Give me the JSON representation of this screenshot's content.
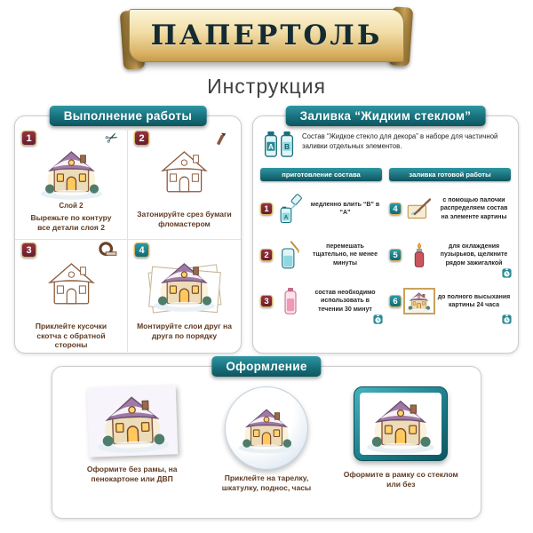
{
  "banner": {
    "title": "ПАПЕРТОЛЬ"
  },
  "page": {
    "subtitle": "Инструкция"
  },
  "icons": {
    "scissors": "✂"
  },
  "work_panel": {
    "header": "Выполнение работы",
    "steps": [
      {
        "num": "1",
        "label": "Слой 2",
        "caption": "Вырежьте по контуру все детали слоя 2"
      },
      {
        "num": "2",
        "caption": "Затонируйте срез бумаги фломастером"
      },
      {
        "num": "3",
        "caption": "Приклейте кусочки скотча с обратной стороны"
      },
      {
        "num": "4",
        "caption": "Монтируйте слои друг на друга по порядку"
      }
    ]
  },
  "glass_panel": {
    "header": "Заливка “Жидким стеклом”",
    "intro": "Состав “Жидкое стекло для декора” в наборе для частичной заливки отдельных элементов.",
    "bottle_a": "A",
    "bottle_b": "B",
    "prep": {
      "header": "приготовление состава",
      "steps": [
        {
          "num": "1",
          "caption": "медленно влить “B” в “A”"
        },
        {
          "num": "2",
          "caption": "перемешать тщательно, не менее минуты"
        },
        {
          "num": "3",
          "caption": "состав необходимо использовать в течении 30 минут"
        }
      ]
    },
    "fill": {
      "header": "заливка готовой работы",
      "steps": [
        {
          "num": "4",
          "caption": "с помощью палочки распределяем состав на элементе картины"
        },
        {
          "num": "5",
          "caption": "для охлаждения пузырьков, щелкните рядом зажигалкой"
        },
        {
          "num": "6",
          "caption": "до полного высыхания картины 24 часа"
        }
      ]
    }
  },
  "design_panel": {
    "header": "Оформление",
    "options": [
      {
        "caption": "Оформите без рамы, на пенокартоне или ДВП"
      },
      {
        "caption": "Приклейте на тарелку, шкатулку, поднос, часы"
      },
      {
        "caption": "Оформите в рамку со стеклом или без"
      }
    ]
  },
  "colors": {
    "teal": "#17707c",
    "maroon": "#7a2230",
    "gold": "#c9a25a",
    "caption_brown": "#5f3a22"
  }
}
